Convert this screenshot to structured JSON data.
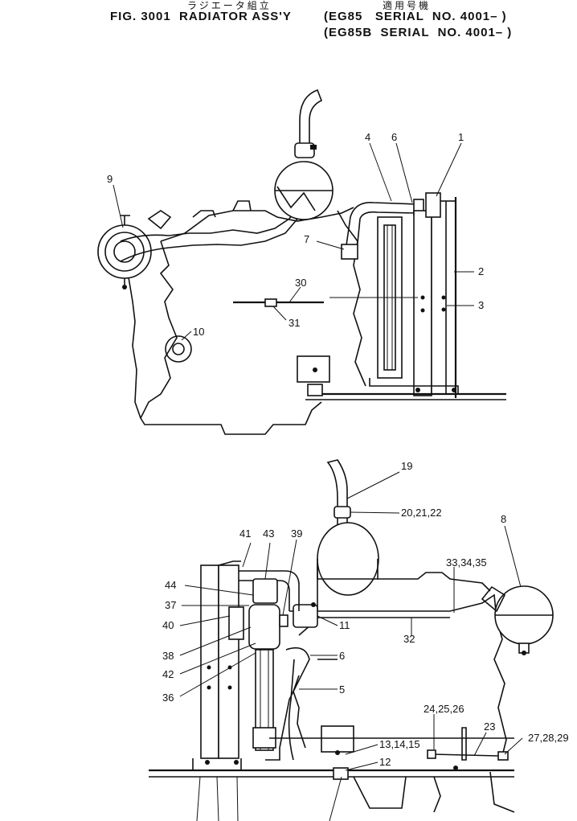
{
  "header": {
    "jp_title": "ラジエータ組立",
    "jp_applicable": "適用号機",
    "fig_title": "FIG. 3001  RADIATOR ASS'Y",
    "model_line1": "(EG85   SERIAL  NO. 4001– )",
    "model_line2": "(EG85B  SERIAL  NO. 4001– )"
  },
  "callouts": {
    "c1": "1",
    "c2": "2",
    "c3": "3",
    "c4": "4",
    "c5": "5",
    "c6a": "6",
    "c6b": "6",
    "c7": "7",
    "c8": "8",
    "c9": "9",
    "c10": "10",
    "c11": "11",
    "c12": "12",
    "c13": "13,14,15",
    "c19": "19",
    "c20": "20,21,22",
    "c23": "23",
    "c24": "24,25,26",
    "c27": "27,28,29",
    "c30": "30",
    "c31": "31",
    "c32": "32",
    "c33": "33,34,35",
    "c36": "36",
    "c37": "37",
    "c38": "38",
    "c39": "39",
    "c40": "40",
    "c41": "41",
    "c42": "42",
    "c43": "43",
    "c44": "44"
  }
}
